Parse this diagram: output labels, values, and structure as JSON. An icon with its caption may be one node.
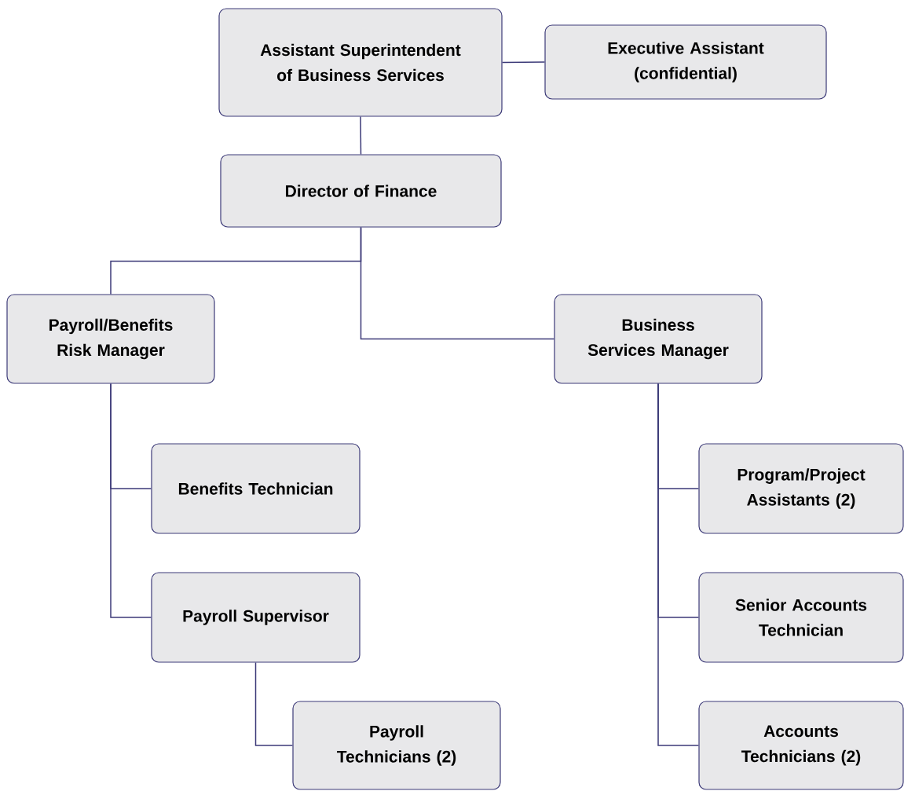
{
  "diagram": {
    "nodes": [
      {
        "text": [
          "Assistant Superintendent of Business Services"
        ]
      },
      {
        "text": [
          "Executive Assistant (confidential)"
        ]
      },
      {
        "text": [
          "Director of Finance"
        ]
      },
      {
        "text": [
          "Payroll/Benefits Risk Manager"
        ]
      },
      {
        "text": [
          "Business Services Manager"
        ]
      },
      {
        "text": [
          "Benefits Technician"
        ]
      },
      {
        "text": [
          "Payroll Supervisor"
        ]
      },
      {
        "text": [
          "Payroll Technicians (2)"
        ]
      },
      {
        "text": [
          "Program/Project Assistants (2)"
        ]
      },
      {
        "text": [
          "Senior Accounts Technician"
        ]
      },
      {
        "text": [
          "Accounts Technicians (2)"
        ]
      }
    ],
    "edges": [
      {
        "from": 0,
        "to": 1,
        "arrow": "none"
      },
      {
        "from": 0,
        "to": 2,
        "arrow": "none"
      },
      {
        "from": 2,
        "to": 3,
        "arrow": "none"
      },
      {
        "from": 2,
        "to": 4,
        "arrow": "none"
      },
      {
        "from": 3,
        "to": 5,
        "arrow": "none"
      },
      {
        "from": 3,
        "to": 6,
        "arrow": "none"
      },
      {
        "from": 6,
        "to": 7,
        "arrow": "none"
      },
      {
        "from": 4,
        "to": 8,
        "arrow": "none"
      },
      {
        "from": 4,
        "to": 9,
        "arrow": "none"
      },
      {
        "from": 4,
        "to": 10,
        "arrow": "none"
      }
    ]
  }
}
